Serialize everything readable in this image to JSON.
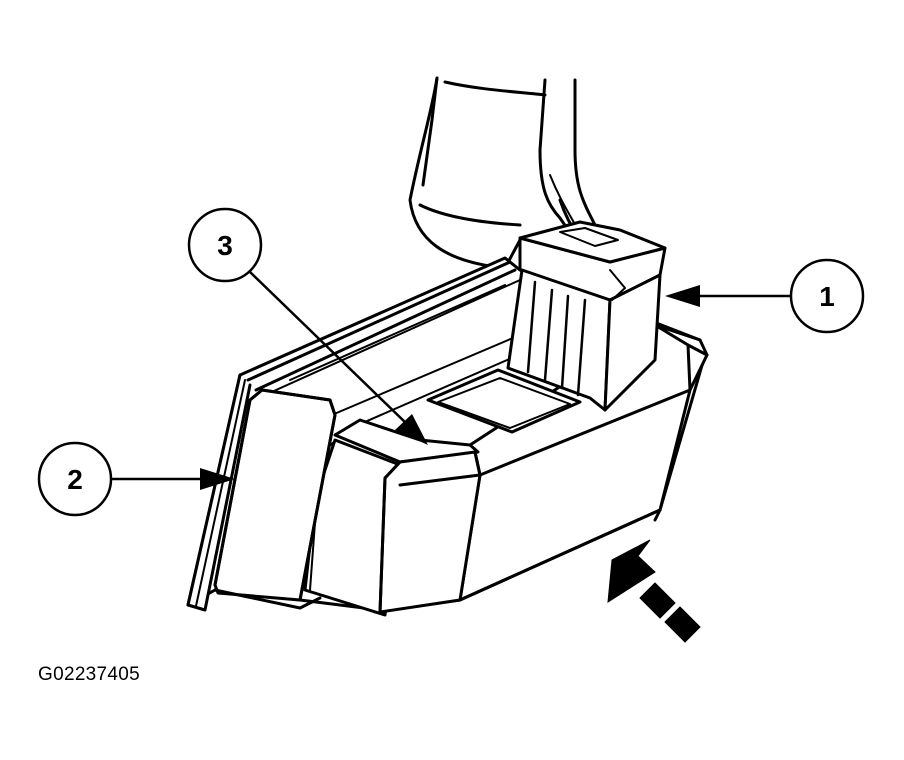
{
  "figure": {
    "id": "G02237405"
  },
  "callouts": [
    {
      "label": "1"
    },
    {
      "label": "2"
    },
    {
      "label": "3"
    }
  ],
  "colors": {
    "line": "#000000",
    "background": "#ffffff"
  }
}
